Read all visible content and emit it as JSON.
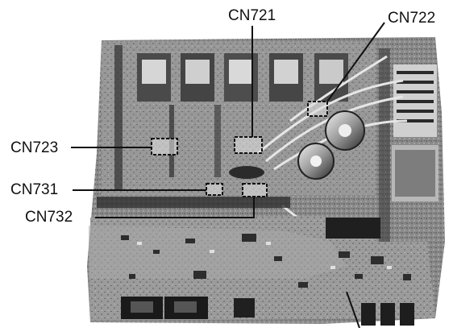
{
  "callouts": [
    {
      "id": "cn721",
      "label": "CN721"
    },
    {
      "id": "cn722",
      "label": "CN722"
    },
    {
      "id": "cn723",
      "label": "CN723"
    },
    {
      "id": "cn731",
      "label": "CN731"
    },
    {
      "id": "cn732",
      "label": "CN732"
    }
  ],
  "colors": {
    "board_dark": "#3a3a3a",
    "board_mid": "#7a7a7a",
    "board_light": "#bdbdbd",
    "line": "#111111",
    "background": "#ffffff"
  }
}
